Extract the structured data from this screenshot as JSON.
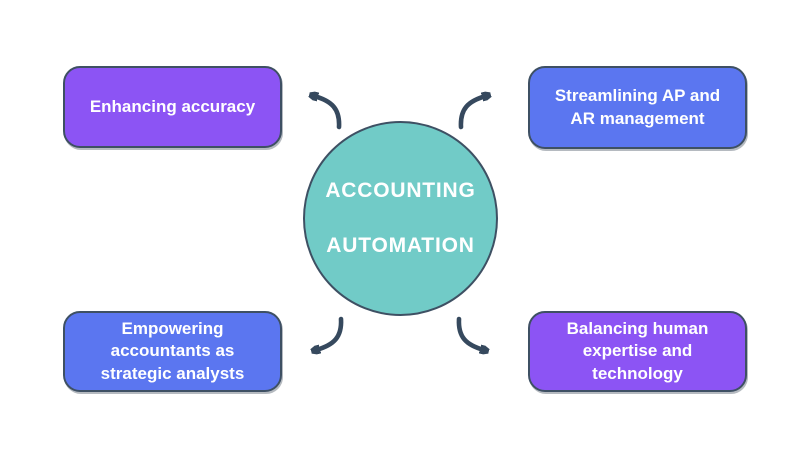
{
  "diagram": {
    "center": {
      "line1": "ACCOUNTING",
      "line2": "AUTOMATION",
      "fill": "#71CBC7"
    },
    "nodes": [
      {
        "position": "top-left",
        "label": "Enhancing accuracy",
        "fill": "#8C54F4"
      },
      {
        "position": "top-right",
        "label": "Streamlining AP and AR management",
        "fill": "#5B76F0"
      },
      {
        "position": "bottom-left",
        "label": "Empowering accountants as strategic analysts",
        "fill": "#5B76F0"
      },
      {
        "position": "bottom-right",
        "label": "Balancing human expertise and technology",
        "fill": "#8C54F4"
      }
    ],
    "colors": {
      "arrow": "#36495E",
      "border": "#3E5063",
      "text": "#FFFFFF",
      "background": "#FFFFFF"
    }
  }
}
